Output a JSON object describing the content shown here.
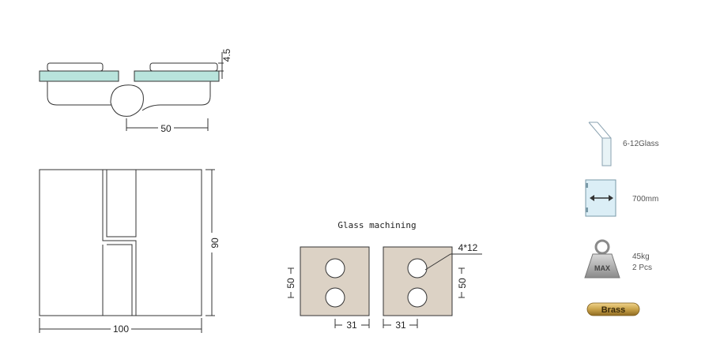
{
  "dimensions": {
    "plate_thickness": "4.5",
    "pivot_offset": "50",
    "height": "90",
    "width": "100"
  },
  "glass_machining": {
    "title": "Glass machining",
    "hole_callout": "4*12",
    "left_vertical": "50",
    "right_vertical": "50",
    "left_horizontal": "31",
    "right_horizontal": "31"
  },
  "specs": {
    "glass_thickness": "6-12Glass",
    "door_width": "700mm",
    "weight_label": "45kg",
    "quantity_label": "2 Pcs",
    "weight_icon_text": "MAX",
    "material": "Brass"
  },
  "colors": {
    "glass": "#b9e4dc",
    "machining_panel": "#dcd2c5",
    "brass_badge": "#c9a24a",
    "line": "#333333"
  }
}
